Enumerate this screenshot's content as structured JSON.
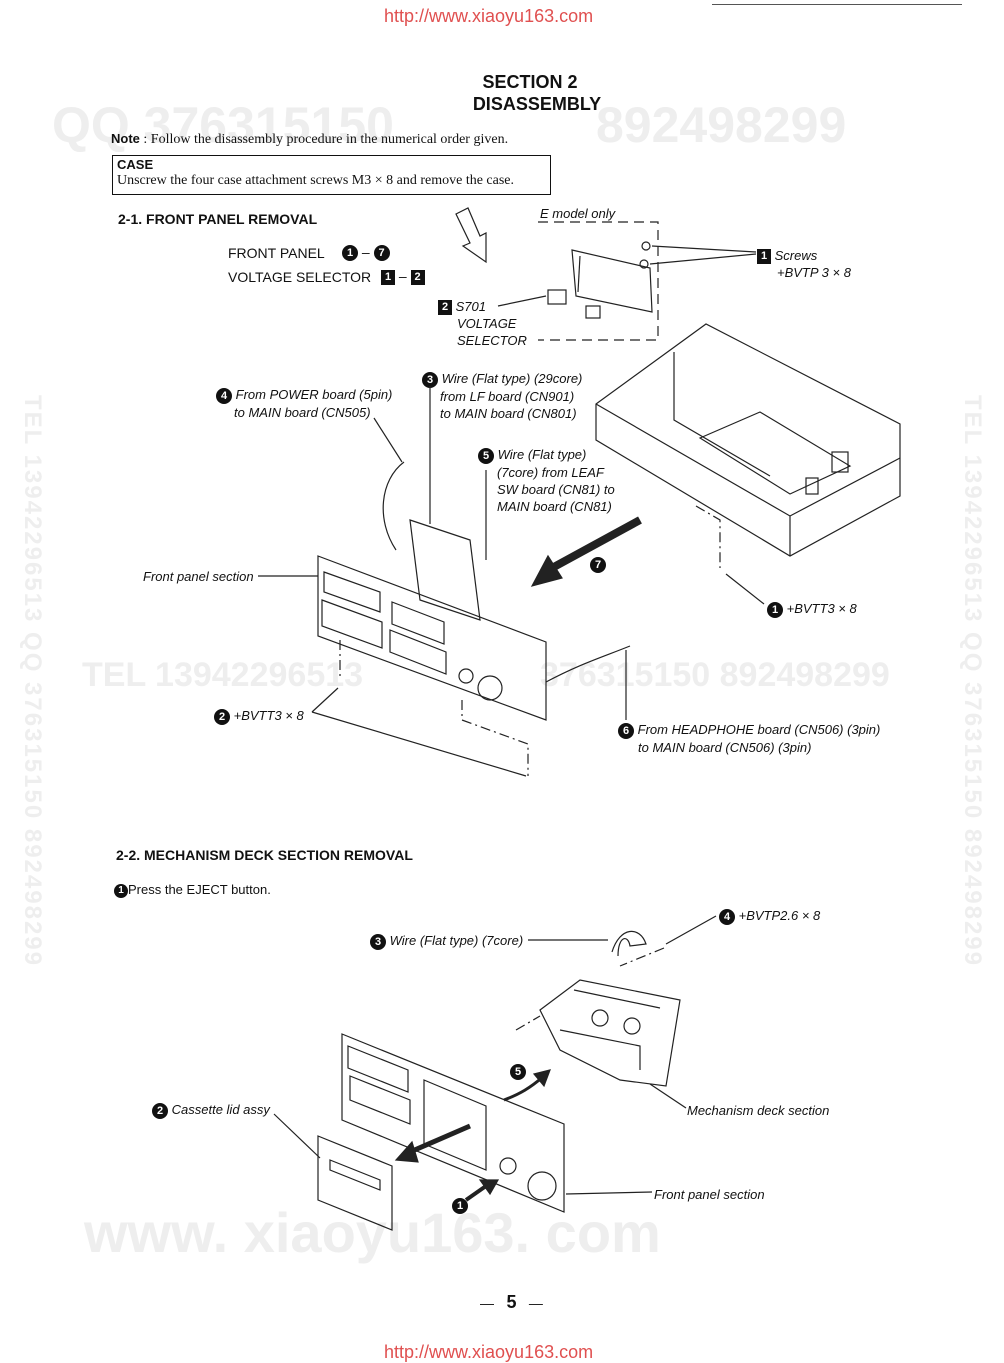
{
  "header_url": "http://www.xiaoyu163.com",
  "footer_url": "http://www.xiaoyu163.com",
  "watermarks": {
    "qq": "QQ 376315150",
    "num": "892498299",
    "tel": "TEL 13942296513",
    "mid_num": "376315150 892498299",
    "site": "www. xiaoyu163. com",
    "side_left": "TEL 13942296513 QQ 376315150 892498299",
    "side_right": "TEL 13942296513 QQ 376315150 892498299"
  },
  "section": {
    "line1": "SECTION 2",
    "line2": "DISASSEMBLY"
  },
  "note": {
    "label": "Note",
    "text": ": Follow the disassembly procedure in the numerical order given."
  },
  "case": {
    "title": "CASE",
    "text": "Unscrew the four case attachment screws M3 × 8 and remove the case."
  },
  "s21": {
    "title": "2-1. FRONT PANEL REMOVAL",
    "front_panel": "FRONT PANEL",
    "front_range_a": "1",
    "front_range_b": "7",
    "voltage_selector": "VOLTAGE SELECTOR",
    "vs_a": "1",
    "vs_b": "2",
    "dash": "–",
    "e_model": "E model only",
    "screws_num": "1",
    "screws": "Screws",
    "screws_spec": "+BVTP 3 × 8",
    "s701_num": "2",
    "s701": "S701",
    "s701_l2": "VOLTAGE",
    "s701_l3": "SELECTOR",
    "c1": {
      "n": "1",
      "t": "+BVTT3 × 8"
    },
    "c2": {
      "n": "2",
      "t": "+BVTT3 × 8"
    },
    "c3": {
      "n": "3",
      "l1": "Wire (Flat type) (29core)",
      "l2": "from LF board (CN901)",
      "l3": "to MAIN board (CN801)"
    },
    "c4": {
      "n": "4",
      "l1": "From POWER board (5pin)",
      "l2": "to MAIN board (CN505)"
    },
    "c5": {
      "n": "5",
      "l1": "Wire (Flat type)",
      "l2": "(7core) from LEAF",
      "l3": "SW board (CN81) to",
      "l4": "MAIN board (CN81)"
    },
    "c6": {
      "n": "6",
      "l1": "From HEADPHOHE board (CN506) (3pin)",
      "l2": "to MAIN board (CN506) (3pin)"
    },
    "c7": {
      "n": "7"
    },
    "front_section": "Front panel section"
  },
  "s22": {
    "title": "2-2. MECHANISM DECK SECTION REMOVAL",
    "step1": {
      "n": "1",
      "t": "Press the EJECT button."
    },
    "c1": {
      "n": "1"
    },
    "c2": {
      "n": "2",
      "t": "Cassette lid assy"
    },
    "c3": {
      "n": "3",
      "t": "Wire (Flat type) (7core)"
    },
    "c4": {
      "n": "4",
      "t": "+BVTP2.6 × 8"
    },
    "c5": {
      "n": "5"
    },
    "mech": "Mechanism deck section",
    "front_section": "Front panel section"
  },
  "page_number": "5",
  "page_dash_left": "—",
  "page_dash_right": "—"
}
